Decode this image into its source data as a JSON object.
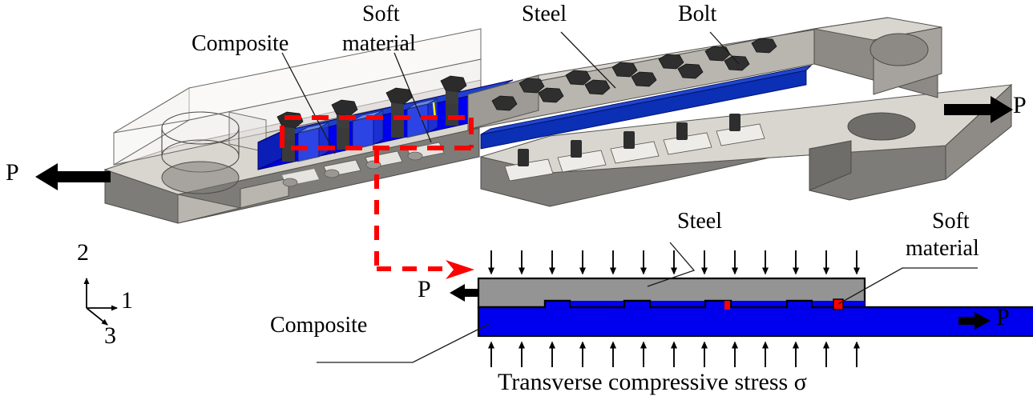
{
  "figure": {
    "type": "engineering-diagram",
    "description": "Bolted double-lap joint test fixture with composite, soft material interlayer and steel plates under transverse compressive stress",
    "background_color": "#ffffff"
  },
  "colors": {
    "composite_blue": "#0000ee",
    "steel_gray": "#949494",
    "fixture_light": "#d9d6d0",
    "fixture_mid": "#b9b6b0",
    "fixture_dark": "#7e7c78",
    "bolt_black": "#333333",
    "callout_red": "#ff0000",
    "soft_material_red": "#ff0000",
    "marker_yellow": "#ffff00",
    "line_black": "#000000",
    "glass_fill": "#e8e8e8"
  },
  "assembly_labels": {
    "composite": "Composite",
    "soft_material_line1": "Soft",
    "soft_material_line2": "material",
    "steel": "Steel",
    "bolt": "Bolt",
    "load_left": "P",
    "load_right": "P"
  },
  "axes": {
    "axis_1": "1",
    "axis_2": "2",
    "axis_3": "3"
  },
  "detail_view": {
    "steel": "Steel",
    "soft_material_line1": "Soft",
    "soft_material_line2": "material",
    "composite": "Composite",
    "load_left": "P",
    "load_right": "P",
    "caption": "Transverse compressive stress σ",
    "top_arrow_count": 13,
    "bottom_arrow_count": 13
  },
  "chart_data": {
    "type": "diagram",
    "title": "Transverse compressive stress σ",
    "annotations": [
      "Composite",
      "Soft material",
      "Steel",
      "Bolt",
      "P",
      "Transverse compressive stress σ"
    ]
  }
}
